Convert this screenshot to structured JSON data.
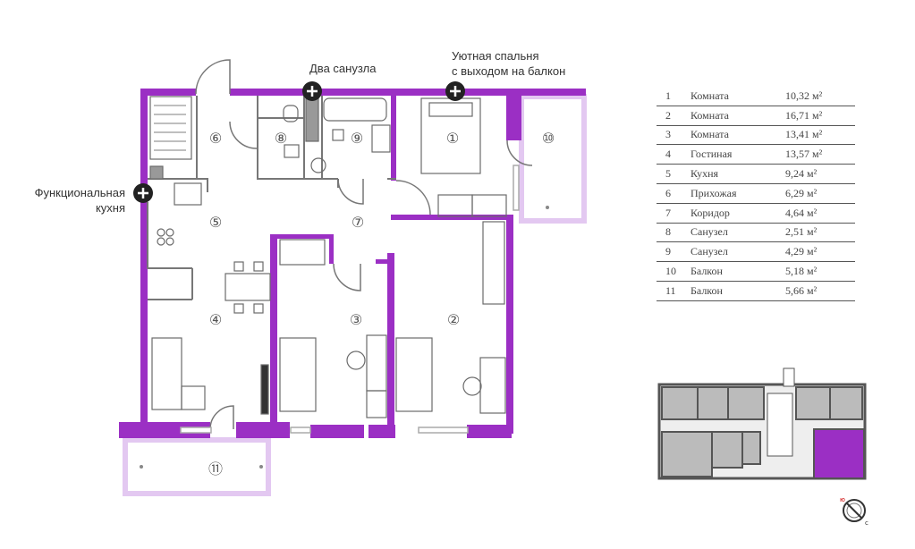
{
  "callouts": {
    "bathrooms": "Два санузла",
    "bedroom_line1": "Уютная спальня",
    "bedroom_line2": "с выходом на балкон",
    "kitchen_line1": "Функциональная",
    "kitchen_line2": "кухня"
  },
  "room_markers": {
    "r1": "①",
    "r2": "②",
    "r3": "③",
    "r4": "④",
    "r5": "⑤",
    "r6": "⑥",
    "r7": "⑦",
    "r8": "⑧",
    "r9": "⑨",
    "r10": "⑩",
    "r11": "⑪"
  },
  "legend": [
    {
      "num": "1",
      "name": "Комната",
      "area": "10,32 м²"
    },
    {
      "num": "2",
      "name": "Комната",
      "area": "16,71 м²"
    },
    {
      "num": "3",
      "name": "Комната",
      "area": "13,41 м²"
    },
    {
      "num": "4",
      "name": "Гостиная",
      "area": "13,57 м²"
    },
    {
      "num": "5",
      "name": "Кухня",
      "area": "9,24 м²"
    },
    {
      "num": "6",
      "name": "Прихожая",
      "area": "6,29 м²"
    },
    {
      "num": "7",
      "name": "Коридор",
      "area": "4,64 м²"
    },
    {
      "num": "8",
      "name": "Санузел",
      "area": "2,51 м²"
    },
    {
      "num": "9",
      "name": "Санузел",
      "area": "4,29 м²"
    },
    {
      "num": "10",
      "name": "Балкон",
      "area": "5,18 м²"
    },
    {
      "num": "11",
      "name": "Балкон",
      "area": "5,66 м²"
    }
  ],
  "compass": {
    "n": "ю",
    "s": "с"
  },
  "colors": {
    "wall": "#9b2fc4",
    "balcony": "#e3c8f1",
    "interior_wall": "#9b2fc4",
    "furniture": "#6b6b6b",
    "minimap_wall": "#555555",
    "minimap_highlight": "#9b2fc4"
  }
}
